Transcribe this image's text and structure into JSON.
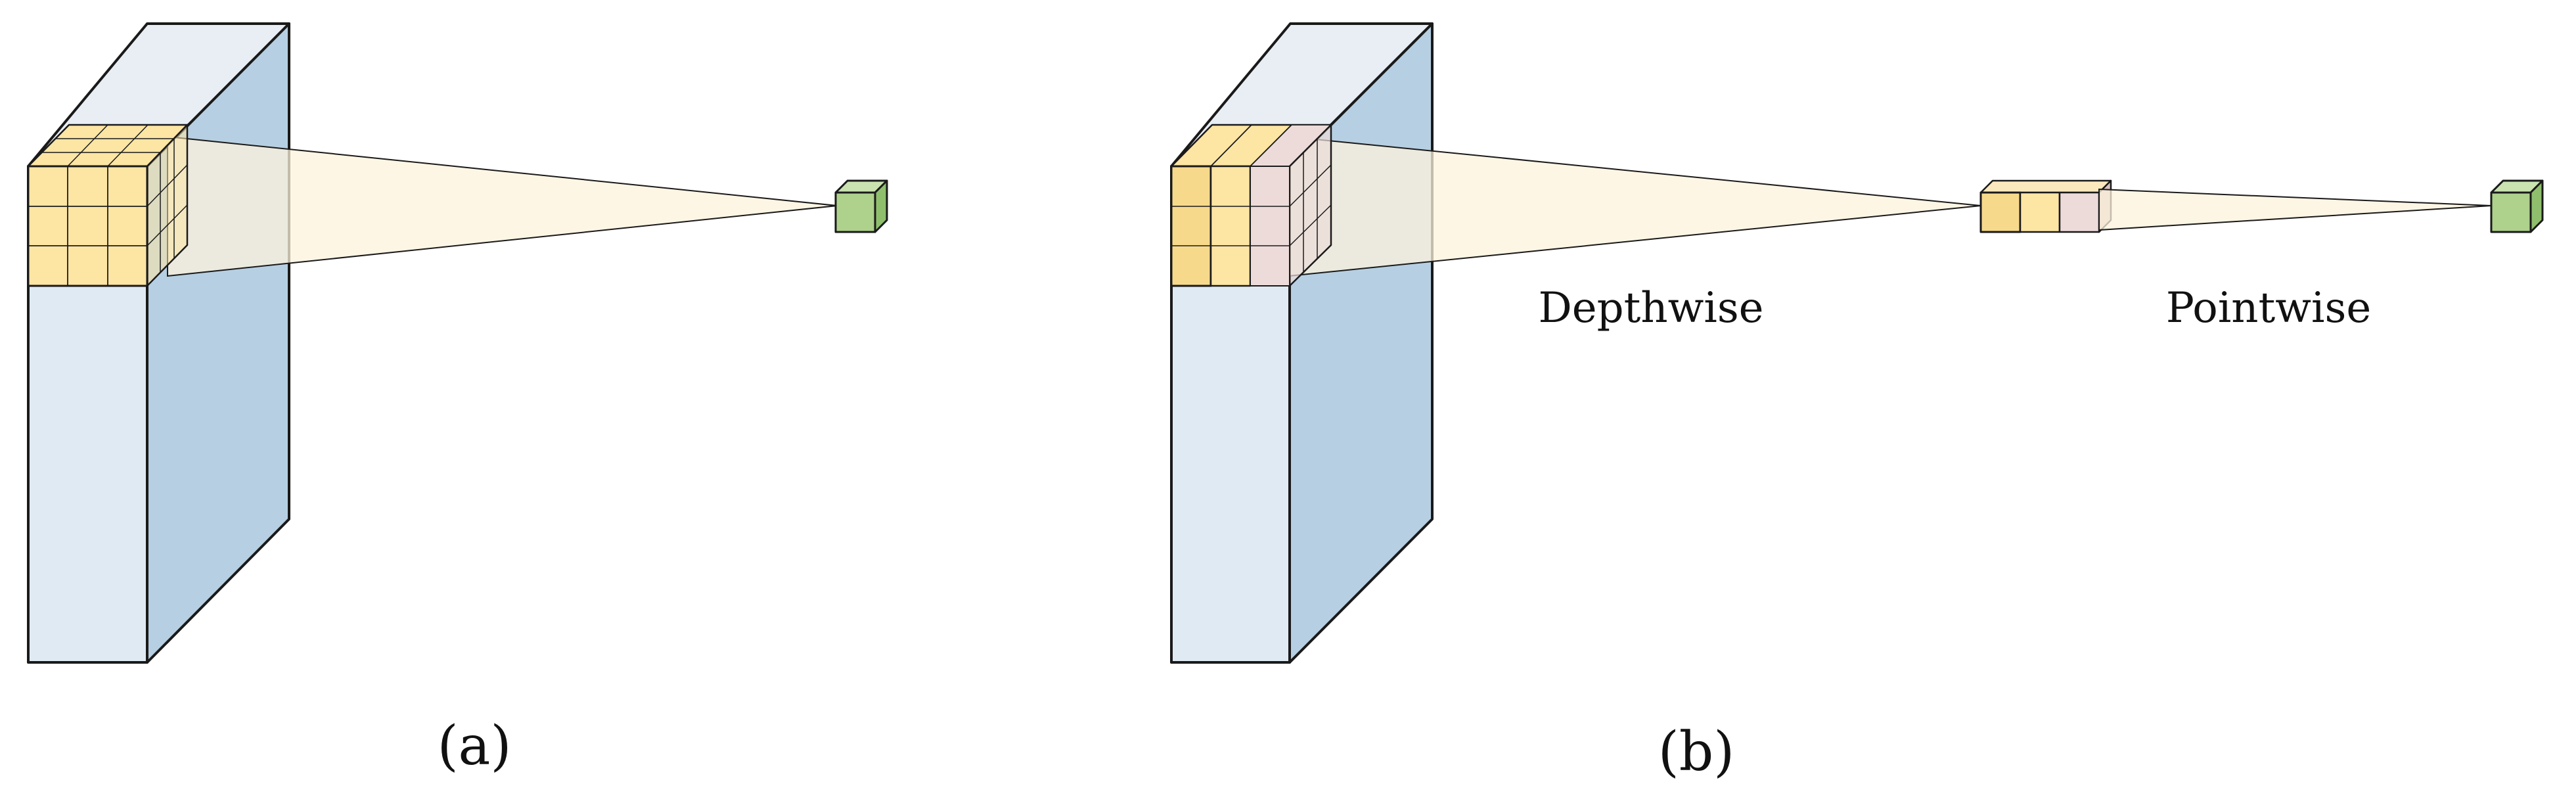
{
  "panels": [
    {
      "caption": "(a)"
    },
    {
      "caption": "(b)",
      "stage_labels": [
        "Depthwise",
        "Pointwise"
      ]
    }
  ],
  "colors": {
    "volume_front": "#dfeaf3",
    "volume_side": "#b6cfe2",
    "volume_top": "#e9eef5",
    "kernel_yellow": "#fde5a4",
    "kernel_yellow_dark": "#f7d98c",
    "kernel_pink": "#ecdbd9",
    "output_green": "#aed18c",
    "projection": "#fdf3dc",
    "outline": "#1a1a1a"
  }
}
